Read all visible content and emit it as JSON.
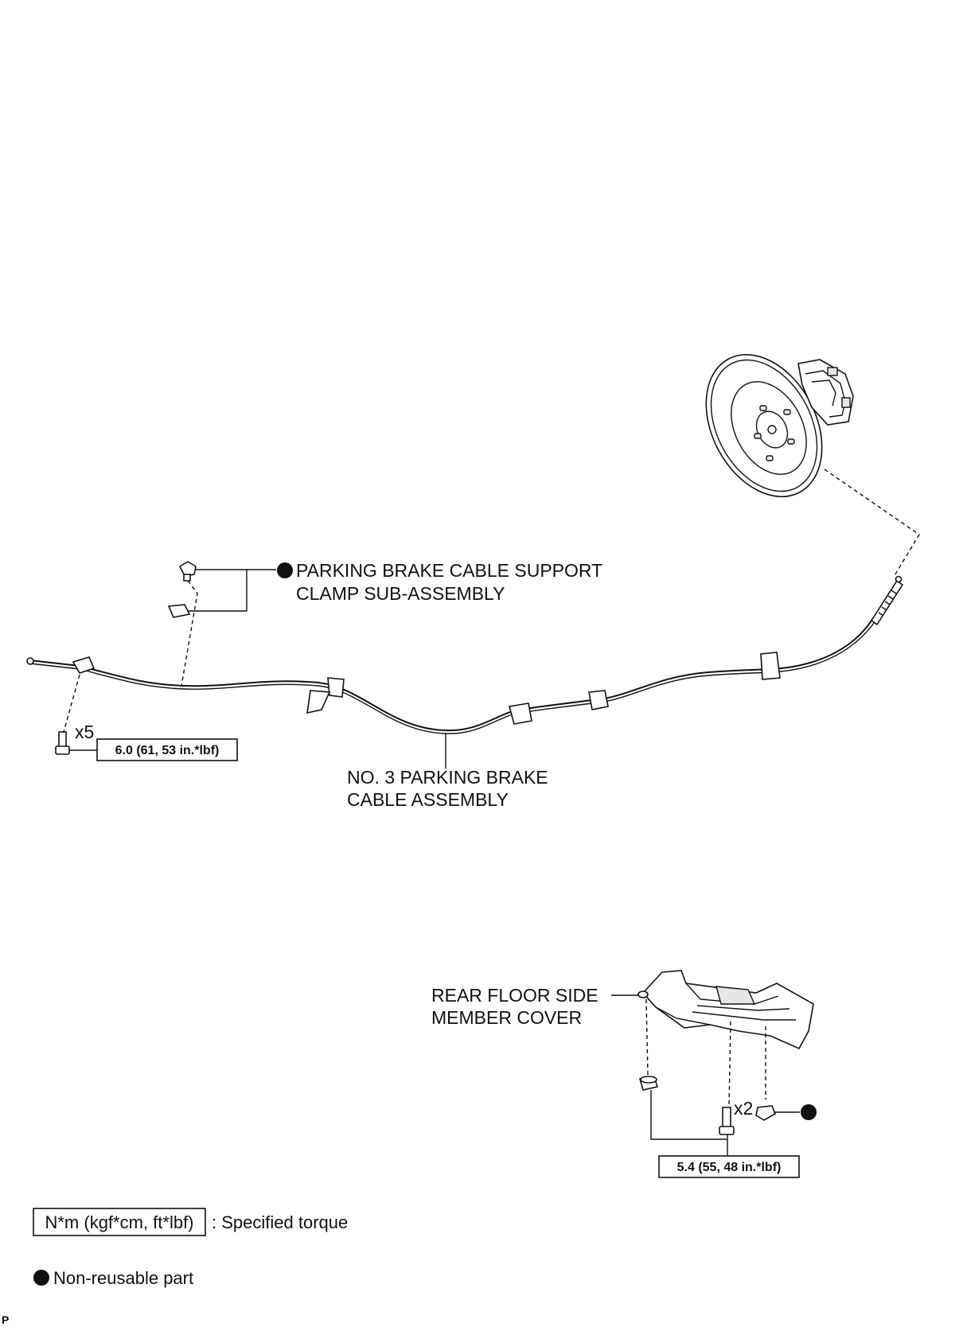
{
  "labels": {
    "support_clamp_line1": "PARKING BRAKE CABLE SUPPORT",
    "support_clamp_line2": "CLAMP SUB-ASSEMBLY",
    "cable_line1": "NO. 3 PARKING BRAKE",
    "cable_line2": "CABLE ASSEMBLY",
    "floor_cover_line1": "REAR FLOOR SIDE",
    "floor_cover_line2": "MEMBER COVER"
  },
  "quantities": {
    "cable_bolts": "x5",
    "cover_bolts": "x2"
  },
  "torques": {
    "cable_bolt": "6.0 (61, 53 in.*lbf)",
    "cover_fasteners": "5.4 (55, 48 in.*lbf)"
  },
  "legend": {
    "torque_box": "N*m (kgf*cm, ft*lbf)",
    "torque_desc": ": Specified torque",
    "nonreusable_desc": "Non-reusable part"
  },
  "corner_mark": "P"
}
